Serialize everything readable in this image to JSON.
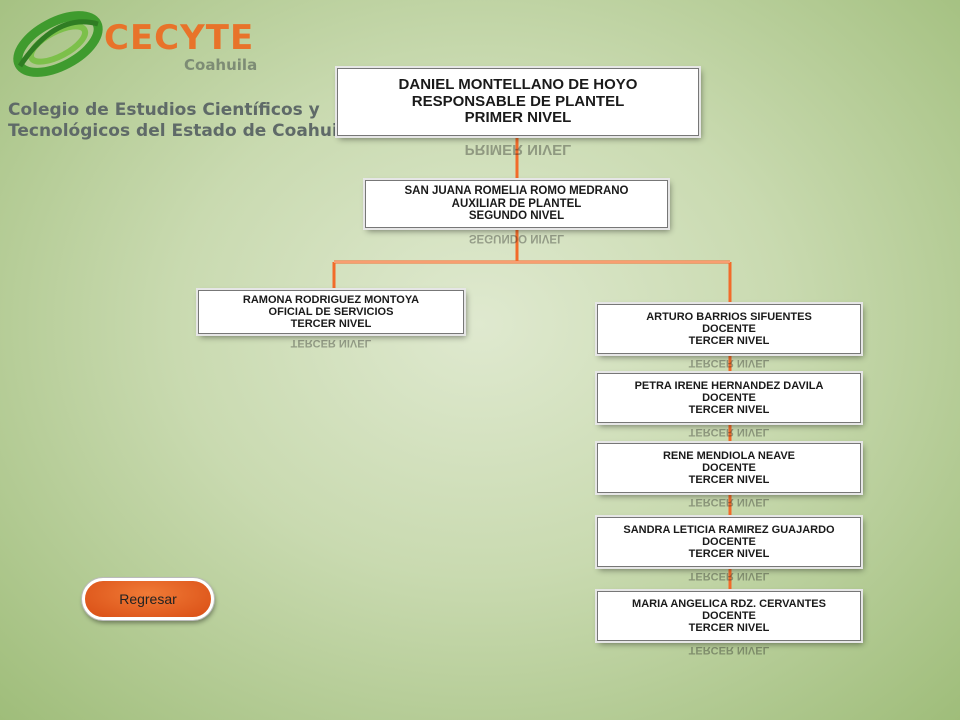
{
  "logo": {
    "name": "CECYTE",
    "state": "Coahuila",
    "line1": "Colegio de Estudios Científicos y",
    "line2": "Tecnológicos del Estado de Coahuila"
  },
  "org": {
    "top": {
      "lines": [
        "DANIEL MONTELLANO DE HOYO",
        "RESPONSABLE DE PLANTEL",
        "PRIMER NIVEL"
      ],
      "reflection": "PRIMER NIVEL"
    },
    "second": {
      "lines": [
        "SAN JUANA ROMELIA ROMO MEDRANO",
        "AUXILIAR DE PLANTEL",
        "SEGUNDO NIVEL"
      ],
      "reflection": "SEGUNDO NIVEL"
    },
    "left": {
      "lines": [
        "RAMONA RODRIGUEZ MONTOYA",
        "OFICIAL DE  SERVICIOS",
        "TERCER NIVEL"
      ],
      "reflection": "TERCER NIVEL"
    },
    "right": [
      {
        "lines": [
          "ARTURO BARRIOS SIFUENTES",
          "DOCENTE",
          "TERCER NIVEL"
        ],
        "reflection": "TERCER NIVEL"
      },
      {
        "lines": [
          "PETRA IRENE HERNANDEZ DAVILA",
          "DOCENTE",
          "TERCER NIVEL"
        ],
        "reflection": "TERCER NIVEL"
      },
      {
        "lines": [
          "RENE MENDIOLA NEAVE",
          "DOCENTE",
          "TERCER NIVEL"
        ],
        "reflection": "TERCER NIVEL"
      },
      {
        "lines": [
          "SANDRA LETICIA RAMIREZ GUAJARDO",
          "DOCENTE",
          "TERCER NIVEL"
        ],
        "reflection": "TERCER NIVEL"
      },
      {
        "lines": [
          "MARIA ANGELICA RDZ. CERVANTES",
          "DOCENTE",
          "TERCER NIVEL"
        ],
        "reflection": "TERCER NIVEL"
      }
    ]
  },
  "back_button": {
    "label": "Regresar"
  },
  "colors": {
    "connector": "#f26b2a",
    "button": "#e2581c",
    "logo_orange": "#e8732a"
  }
}
